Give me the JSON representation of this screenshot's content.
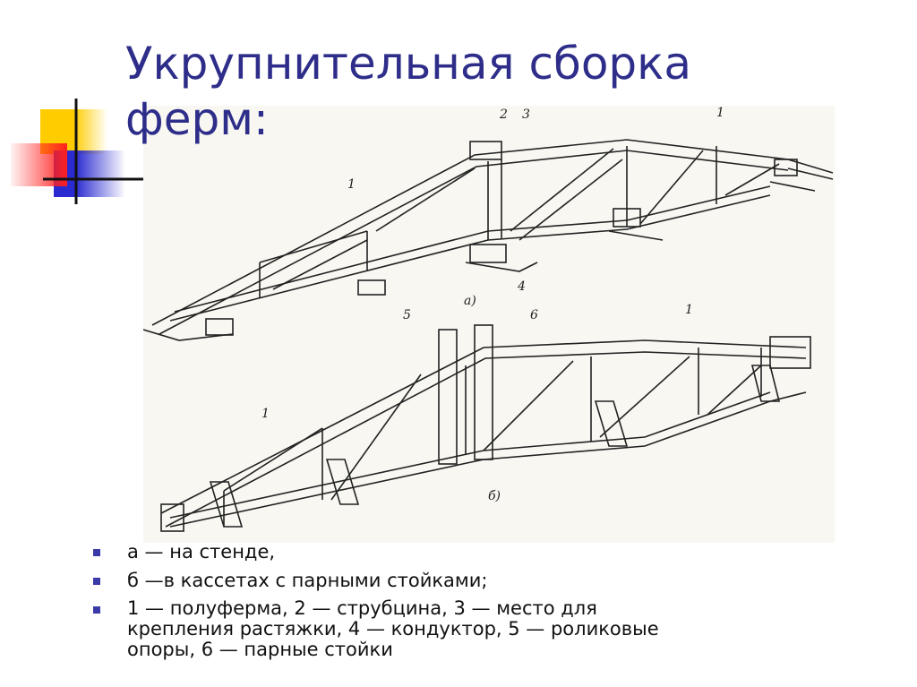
{
  "slide": {
    "title_line1": "Укрупнительная сборка",
    "title_line2": "ферм:",
    "colors": {
      "title": "#2e2e8a",
      "bullet": "#3a3aa8",
      "deco_yellow": "#ffcc00",
      "deco_red": "#ff3b3b",
      "deco_blue": "#2a2ad0"
    }
  },
  "figure": {
    "labels": {
      "a_1": "1",
      "a_2": "2",
      "a_3": "3",
      "a_1b": "1",
      "a_4": "4",
      "a_5": "5",
      "a_caption": "а)",
      "b_6": "6",
      "b_1": "1",
      "b_1b": "1",
      "b_caption": "б)"
    }
  },
  "bullets": [
    "а — на стенде,",
    "б —в кассетах с парными стойками;",
    "1 — полуферма, 2 — струбцина, 3 — место для крепления растяжки, 4 — кондуктор, 5 — роликовые опоры, 6 — парные стойки"
  ]
}
